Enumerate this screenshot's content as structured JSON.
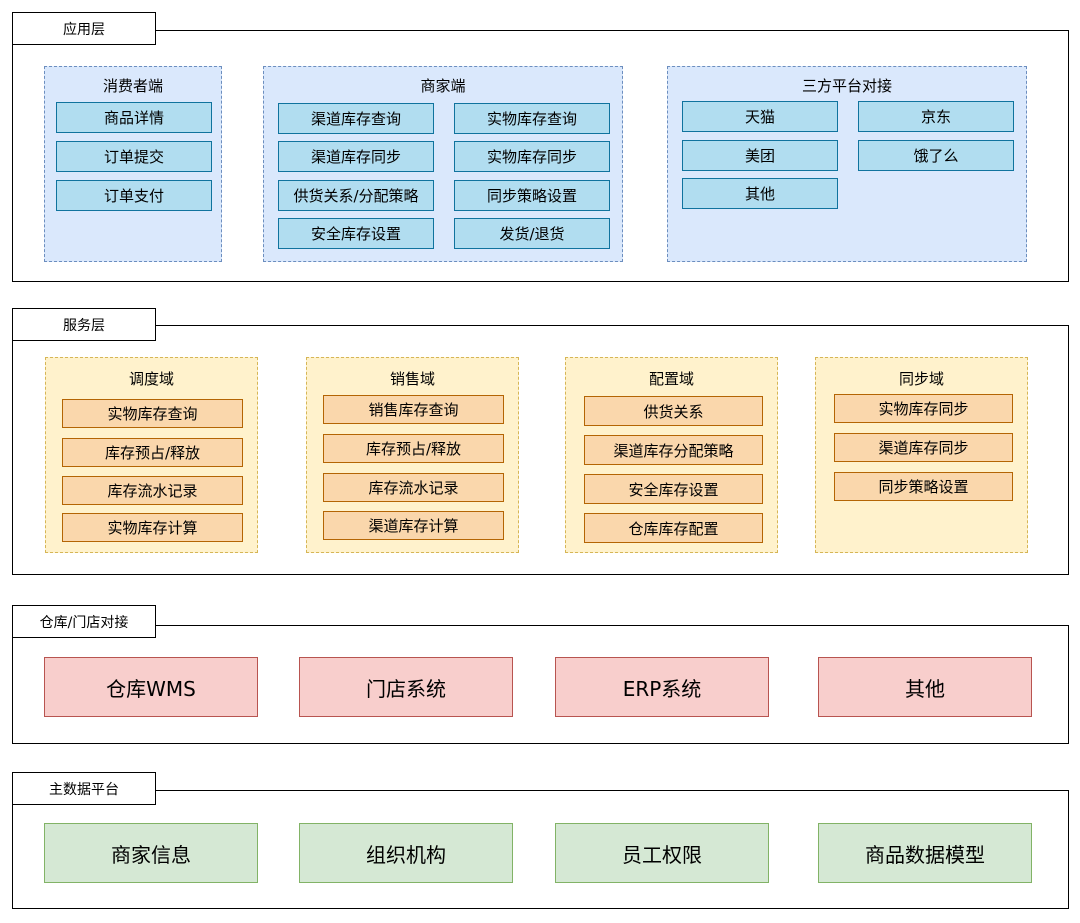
{
  "app_layer": {
    "title": "应用层",
    "consumer": {
      "title": "消费者端",
      "items": [
        "商品详情",
        "订单提交",
        "订单支付"
      ]
    },
    "merchant": {
      "title": "商家端",
      "items": [
        "渠道库存查询",
        "实物库存查询",
        "渠道库存同步",
        "实物库存同步",
        "供货关系/分配策略",
        "同步策略设置",
        "安全库存设置",
        "发货/退货"
      ]
    },
    "third_party": {
      "title": "三方平台对接",
      "items": [
        "天猫",
        "京东",
        "美团",
        "饿了么",
        "其他"
      ]
    }
  },
  "service_layer": {
    "title": "服务层",
    "domains": [
      {
        "title": "调度域",
        "items": [
          "实物库存查询",
          "库存预占/释放",
          "库存流水记录",
          "实物库存计算"
        ]
      },
      {
        "title": "销售域",
        "items": [
          "销售库存查询",
          "库存预占/释放",
          "库存流水记录",
          "渠道库存计算"
        ]
      },
      {
        "title": "配置域",
        "items": [
          "供货关系",
          "渠道库存分配策略",
          "安全库存设置",
          "仓库库存配置"
        ]
      },
      {
        "title": "同步域",
        "items": [
          "实物库存同步",
          "渠道库存同步",
          "同步策略设置"
        ]
      }
    ]
  },
  "warehouse_layer": {
    "title": "仓库/门店对接",
    "items": [
      "仓库WMS",
      "门店系统",
      "ERP系统",
      "其他"
    ]
  },
  "master_data_layer": {
    "title": "主数据平台",
    "items": [
      "商家信息",
      "组织机构",
      "员工权限",
      "商品数据模型"
    ]
  },
  "colors": {
    "app_group_fill": "#dae8fc",
    "app_box_fill": "#b1ddf0",
    "service_group_fill": "#fff2cc",
    "service_box_fill": "#fad7ac",
    "warehouse_box_fill": "#f8cecc",
    "master_box_fill": "#d5e8d4"
  }
}
